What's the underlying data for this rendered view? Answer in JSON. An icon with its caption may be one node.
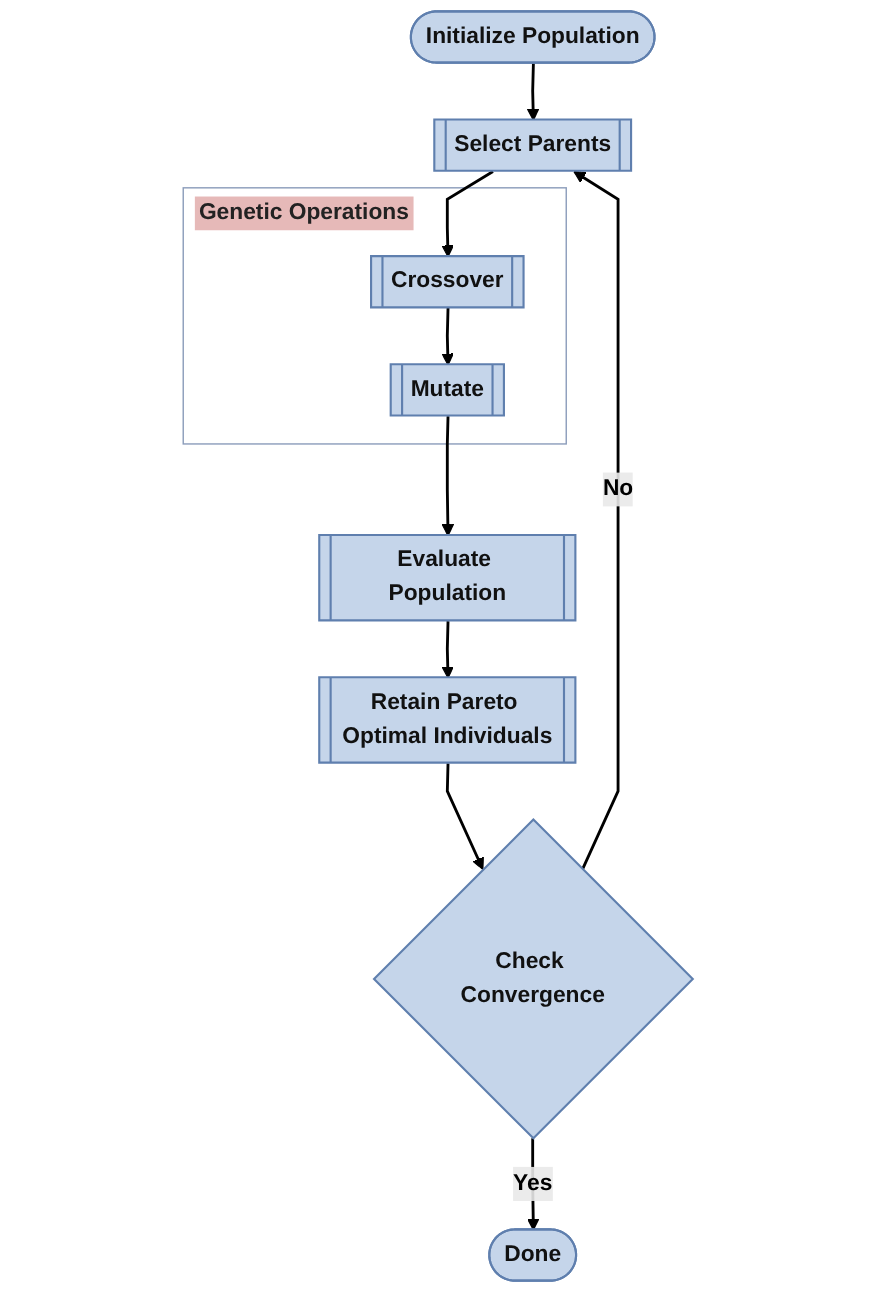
{
  "diagram": {
    "nodes": [
      {
        "text": [
          "Initialize Population"
        ]
      },
      {
        "text": [
          "Select Parents"
        ]
      },
      {
        "text": [
          "Genetic Operations"
        ]
      },
      {
        "text": [
          "Crossover"
        ],
        "in": 2
      },
      {
        "text": [
          "Mutate"
        ],
        "in": 2
      },
      {
        "text": [
          "Evaluate Population"
        ]
      },
      {
        "text": [
          "Retain Pareto Optimal Individuals"
        ]
      },
      {
        "text": [
          "Check Convergence"
        ]
      },
      {
        "text": [
          "Done"
        ]
      }
    ],
    "edges": [
      {
        "from": 0,
        "to": 1,
        "arrow": "to"
      },
      {
        "from": 1,
        "to": 3,
        "arrow": "to"
      },
      {
        "from": 3,
        "to": 4,
        "arrow": "to"
      },
      {
        "from": 4,
        "to": 5,
        "arrow": "to"
      },
      {
        "from": 5,
        "to": 6,
        "arrow": "to"
      },
      {
        "from": 6,
        "to": 7,
        "arrow": "to"
      },
      {
        "from": 7,
        "to": 8,
        "label": "Yes",
        "arrow": "to"
      },
      {
        "from": 7,
        "to": 1,
        "label": "No",
        "arrow": "to"
      }
    ]
  }
}
